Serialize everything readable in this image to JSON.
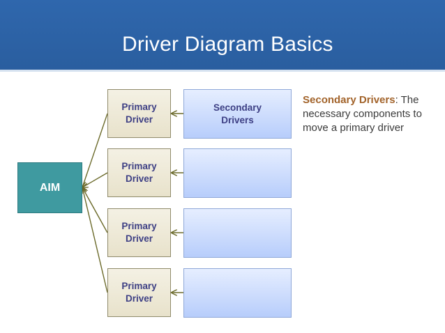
{
  "title": "Driver Diagram Basics",
  "aim_label": "AIM",
  "primary_drivers": [
    {
      "label": "Primary\nDriver"
    },
    {
      "label": "Primary\nDriver"
    },
    {
      "label": "Primary\nDriver"
    },
    {
      "label": "Primary\nDriver"
    }
  ],
  "secondary_drivers": [
    {
      "label": "Secondary\nDrivers"
    },
    {
      "label": ""
    },
    {
      "label": ""
    },
    {
      "label": ""
    }
  ],
  "description": {
    "term": "Secondary Drivers",
    "text": ": The necessary components to move a primary driver"
  },
  "colors": {
    "header": "#2f67ad",
    "aim": "#3f9aa0",
    "arrow": "#6b6a2a",
    "term": "#a2632a"
  }
}
